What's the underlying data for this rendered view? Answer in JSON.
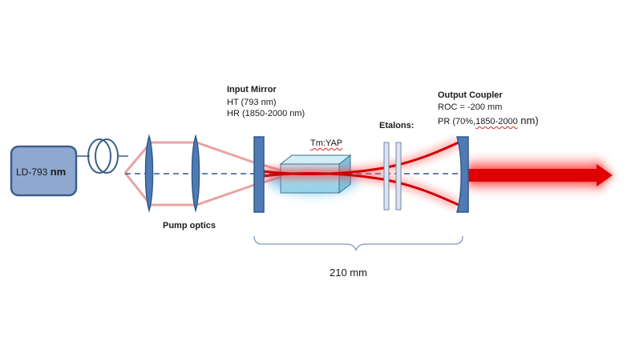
{
  "laser_diode": {
    "label_prefix": "LD-793 ",
    "label_unit": "nm"
  },
  "pump_optics": {
    "label": "Pump optics"
  },
  "input_mirror": {
    "title": "Input Mirror",
    "line1": "HT (793 nm)",
    "line2": "HR (1850-2000 nm)"
  },
  "crystal": {
    "label": "Tm:YAP"
  },
  "etalons": {
    "label": "Etalons:"
  },
  "output_coupler": {
    "title": "Output Coupler",
    "line1": "ROC = -200 mm",
    "line2_a": "PR (70%,",
    "line2_b": "1850-2000",
    "line2_c": " nm)"
  },
  "cavity": {
    "length_label": "210 mm"
  },
  "colors": {
    "diode_fill": "#8fa8d0",
    "diode_border": "#3b5f8a",
    "optic_fill": "#4f7ab3",
    "optic_border": "#2f5a8e",
    "pump_beam": "#e8a3a3",
    "laser_beam": "#d00000",
    "crystal_fill": "#a8dcea",
    "crystal_glow": "#2fa8e6",
    "etalon_fill": "#dde3ee",
    "axis": "#2f5a8e",
    "bracket": "#7a9ac0"
  }
}
